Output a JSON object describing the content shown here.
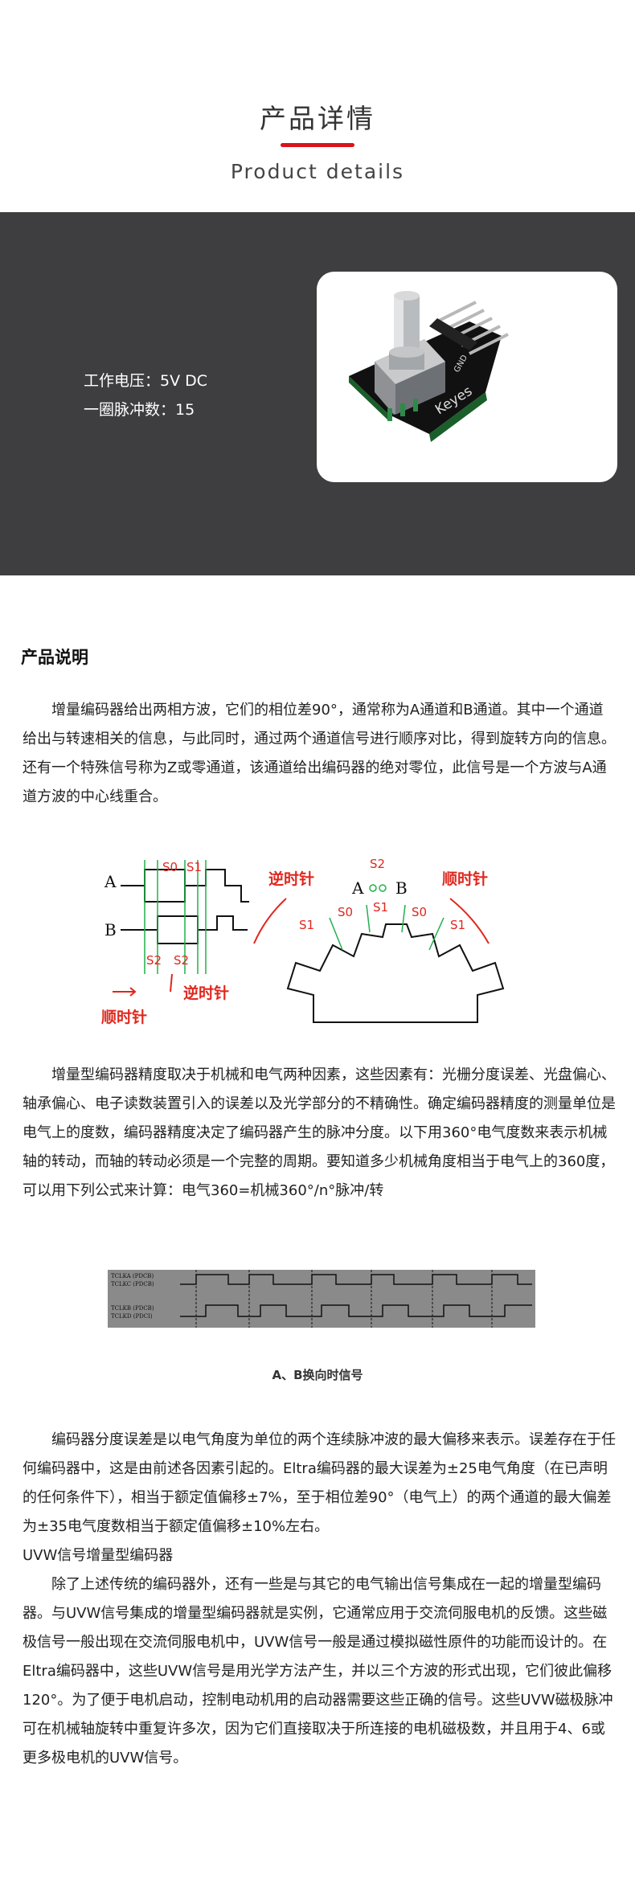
{
  "header": {
    "title": "产品详情",
    "subtitle": "Product details"
  },
  "specs": {
    "voltage": "工作电压：5V DC",
    "pulses": "一圈脉冲数：15",
    "brand_label": "Keyes",
    "pin_label": "GND"
  },
  "description": {
    "title": "产品说明",
    "p1": "增量编码器给出两相方波，它们的相位差90°，通常称为A通道和B通道。其中一个通道给出与转速相关的信息，与此同时，通过两个通道信号进行顺序对比，得到旋转方向的信息。还有一个特殊信号称为Z或零通道，该通道给出编码器的绝对零位，此信号是一个方波与A通道方波的中心线重合。",
    "p2": "增量型编码器精度取决于机械和电气两种因素，这些因素有：光栅分度误差、光盘偏心、轴承偏心、电子读数装置引入的误差以及光学部分的不精确性。确定编码器精度的测量单位是电气上的度数，编码器精度决定了编码器产生的脉冲分度。以下用360°电气度数来表示机械轴的转动，而轴的转动必须是一个完整的周期。要知道多少机械角度相当于电气上的360度，可以用下列公式来计算：电气360=机械360°/n°脉冲/转",
    "caption": "A、B换向时信号",
    "p3": "编码器分度误差是以电气角度为单位的两个连续脉冲波的最大偏移来表示。误差存在于任何编码器中，这是由前述各因素引起的。Eltra编码器的最大误差为±25电气角度（在已声明的任何条件下），相当于额定值偏移±7%，至于相位差90°（电气上）的两个通道的最大偏差为±35电气度数相当于额定值偏移±10%左右。",
    "uvw_title": "UVW信号增量型编码器",
    "p4": "除了上述传统的编码器外，还有一些是与其它的电气输出信号集成在一起的增量型编码器。与UVW信号集成的增量型编码器就是实例，它通常应用于交流伺服电机的反馈。这些磁极信号一般出现在交流伺服电机中，UVW信号一般是通过模拟磁性原件的功能而设计的。在Eltra编码器中，这些UVW信号是用光学方法产生，并以三个方波的形式出现，它们彼此偏移120°。为了便于电机启动，控制电动机用的启动器需要这些正确的信号。这些UVW磁极脉冲可在机械轴旋转中重复许多次，因为它们直接取决于所连接的电机磁极数，并且用于4、6或更多极电机的UVW信号。"
  },
  "diagram1": {
    "label_a": "A",
    "label_b": "B",
    "s0": "S0",
    "s1": "S1",
    "s2": "S2",
    "ccw": "逆时针",
    "cw": "顺时针",
    "ab_label": "A",
    "bb_label": "B"
  },
  "diagram2": {
    "row1": "TCLKA (PDCB)",
    "row2": "TCLKC (PDCB)",
    "row3": "TCLKB (PDCB)",
    "row4": "TCLKD (PDCI)"
  },
  "colors": {
    "accent": "#d7141a",
    "dark_band": "#3e3e40",
    "diagram_red": "#e0271e",
    "diagram_green": "#22b14c",
    "scope_bg": "#8a8a8a"
  }
}
